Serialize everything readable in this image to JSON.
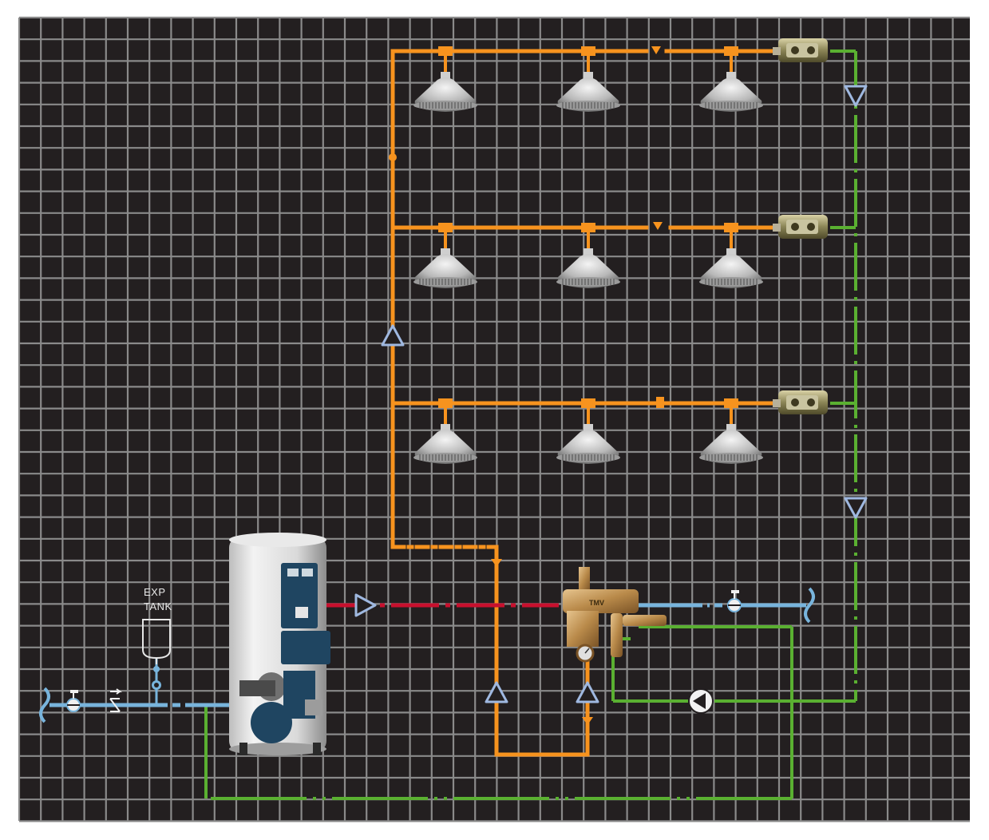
{
  "diagram": {
    "labels": {
      "exp_tank_line1": "EXP",
      "exp_tank_line2": "TANK",
      "tmv": "TMV"
    },
    "colors": {
      "background": "#231f20",
      "grid": "#8a8a8a",
      "hot_supply": "#f7931e",
      "hot_return": "#5ab031",
      "cold_water": "#78b4dc",
      "heater_outlet": "#c8102e",
      "arrow_outline": "#9fb8e0"
    },
    "components": {
      "shower_heads_per_branch": 3,
      "branches": 3,
      "flow_meters": 3,
      "water_heater": "water-heater-icon",
      "expansion_tank": "expansion-tank-icon",
      "mixing_valve": "thermostatic-mixing-valve-icon",
      "recirculation_pump": "pump-icon"
    }
  }
}
